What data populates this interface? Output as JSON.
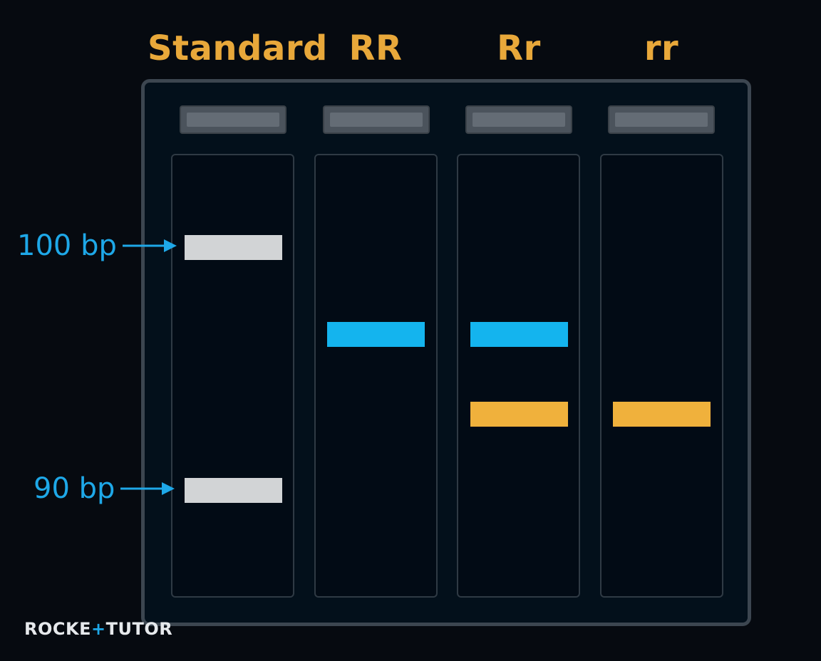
{
  "lanes": [
    {
      "label": "Standard"
    },
    {
      "label": "RR"
    },
    {
      "label": "Rr"
    },
    {
      "label": "rr"
    }
  ],
  "markers": [
    {
      "label": "100 bp"
    },
    {
      "label": "90 bp"
    }
  ],
  "bands": [
    {
      "lane": 0,
      "type": "standard-100bp"
    },
    {
      "lane": 0,
      "type": "standard-90bp"
    },
    {
      "lane": 1,
      "type": "allele-R"
    },
    {
      "lane": 2,
      "type": "allele-R"
    },
    {
      "lane": 2,
      "type": "allele-r"
    },
    {
      "lane": 3,
      "type": "allele-r"
    }
  ],
  "colors": {
    "label": "#e8a83a",
    "marker": "#1ea8e8",
    "standard_band": "#d2d4d6",
    "allele_R_band": "#14b4ee",
    "allele_r_band": "#f0b13c"
  },
  "logo": {
    "part1": "ROCKE",
    "plus": "+",
    "part2": "TUTOR"
  }
}
